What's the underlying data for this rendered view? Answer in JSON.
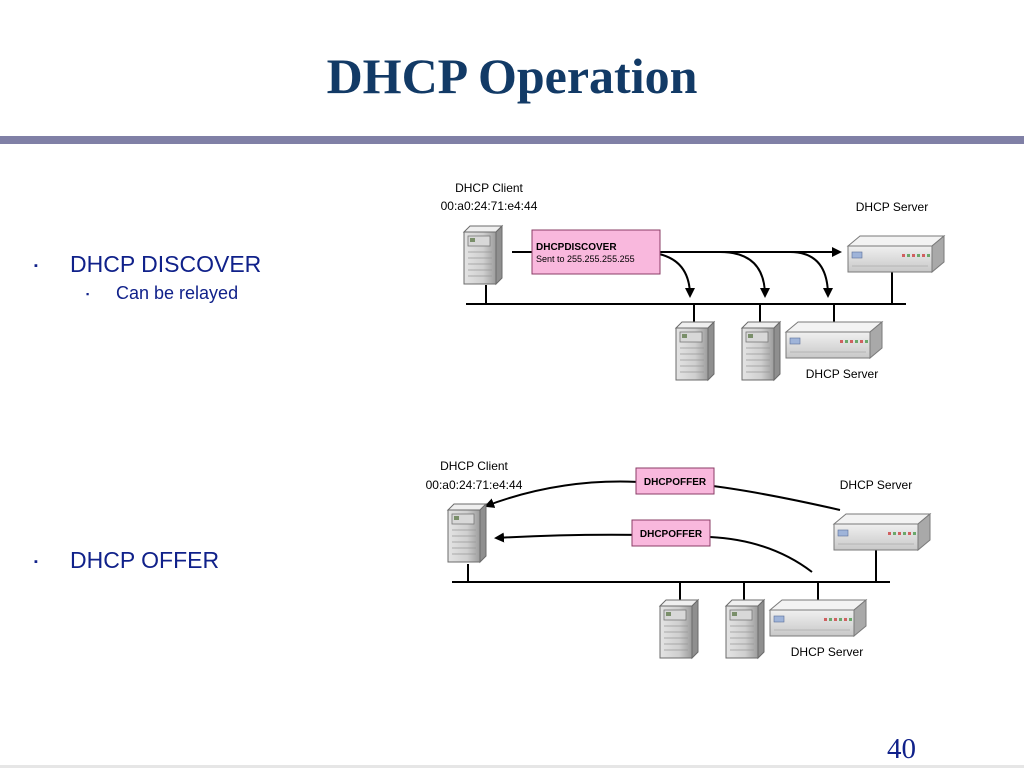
{
  "slide": {
    "title": "DHCP Operation",
    "page_number": "40"
  },
  "bullets": [
    {
      "text": "DHCP DISCOVER",
      "sub": [
        "Can be relayed"
      ]
    },
    {
      "text": "DHCP OFFER",
      "sub": []
    }
  ],
  "bullet_glyph": "▪",
  "diagram_discover": {
    "client_label": "DHCP Client",
    "client_mac": "00:a0:24:71:e4:44",
    "server_label_top": "DHCP Server",
    "server_label_bottom": "DHCP Server",
    "message_title": "DHCPDISCOVER",
    "message_detail": "Sent to 255.255.255.255"
  },
  "diagram_offer": {
    "client_label": "DHCP Client",
    "client_mac": "00:a0:24:71:e4:44",
    "server_label_top": "DHCP Server",
    "server_label_bottom": "DHCP Server",
    "offer_top": "DHCPOFFER",
    "offer_bottom": "DHCPOFFER"
  },
  "colors": {
    "title": "#123a66",
    "bullet_text": "#10218a",
    "title_rule": "#8080a6",
    "message_box_fill": "#f9b8dd"
  }
}
